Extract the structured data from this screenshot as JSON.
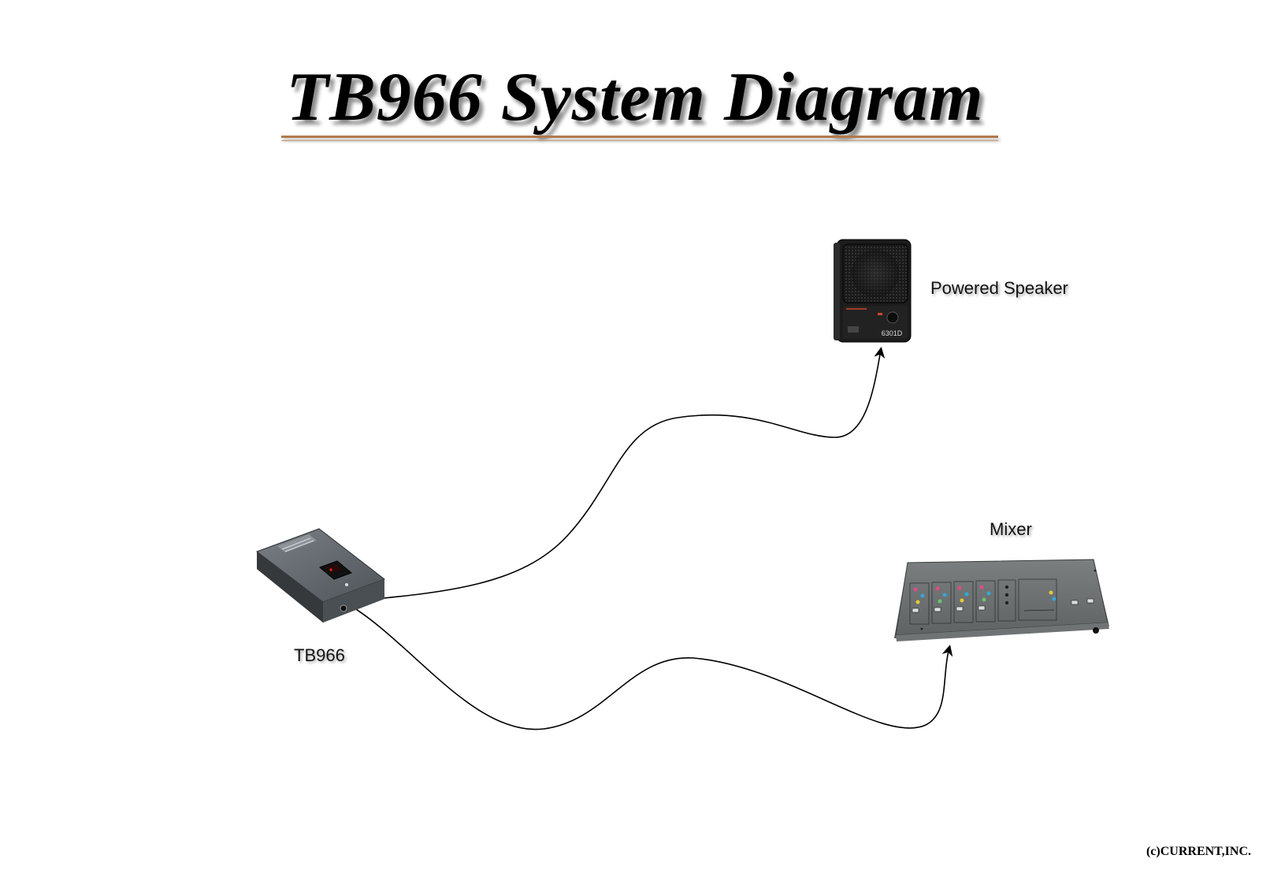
{
  "title": "TB966 System Diagram",
  "devices": {
    "tb966": {
      "label": "TB966"
    },
    "speaker": {
      "label": "Powered Speaker",
      "model_text": "6301D"
    },
    "mixer": {
      "label": "Mixer"
    }
  },
  "copyright": "(c)CURRENT,INC.",
  "colors": {
    "title_rule": "#b07a4d",
    "device_gray": "#5c6165",
    "speaker_body": "#1c1c1c",
    "speaker_accent": "#d0462a"
  }
}
